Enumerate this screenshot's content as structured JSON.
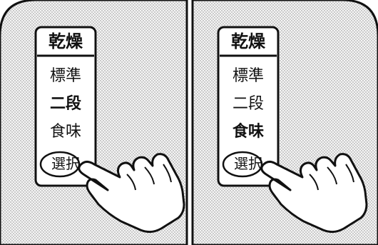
{
  "illustration": {
    "left_step": {
      "title": "乾燥",
      "options": [
        "標準",
        "二段",
        "食味"
      ],
      "selected_option": "二段",
      "button_label": "選択"
    },
    "right_step": {
      "title": "乾燥",
      "options": [
        "標準",
        "二段",
        "食味"
      ],
      "selected_option": "食味",
      "button_label": "選択"
    },
    "colors": {
      "outline": "#111111",
      "panel_fill": "#ffffff",
      "background_dot": "#8a8a8a",
      "background": "#f5f5f5"
    },
    "icons": [
      "hand-pointer-icon"
    ]
  }
}
